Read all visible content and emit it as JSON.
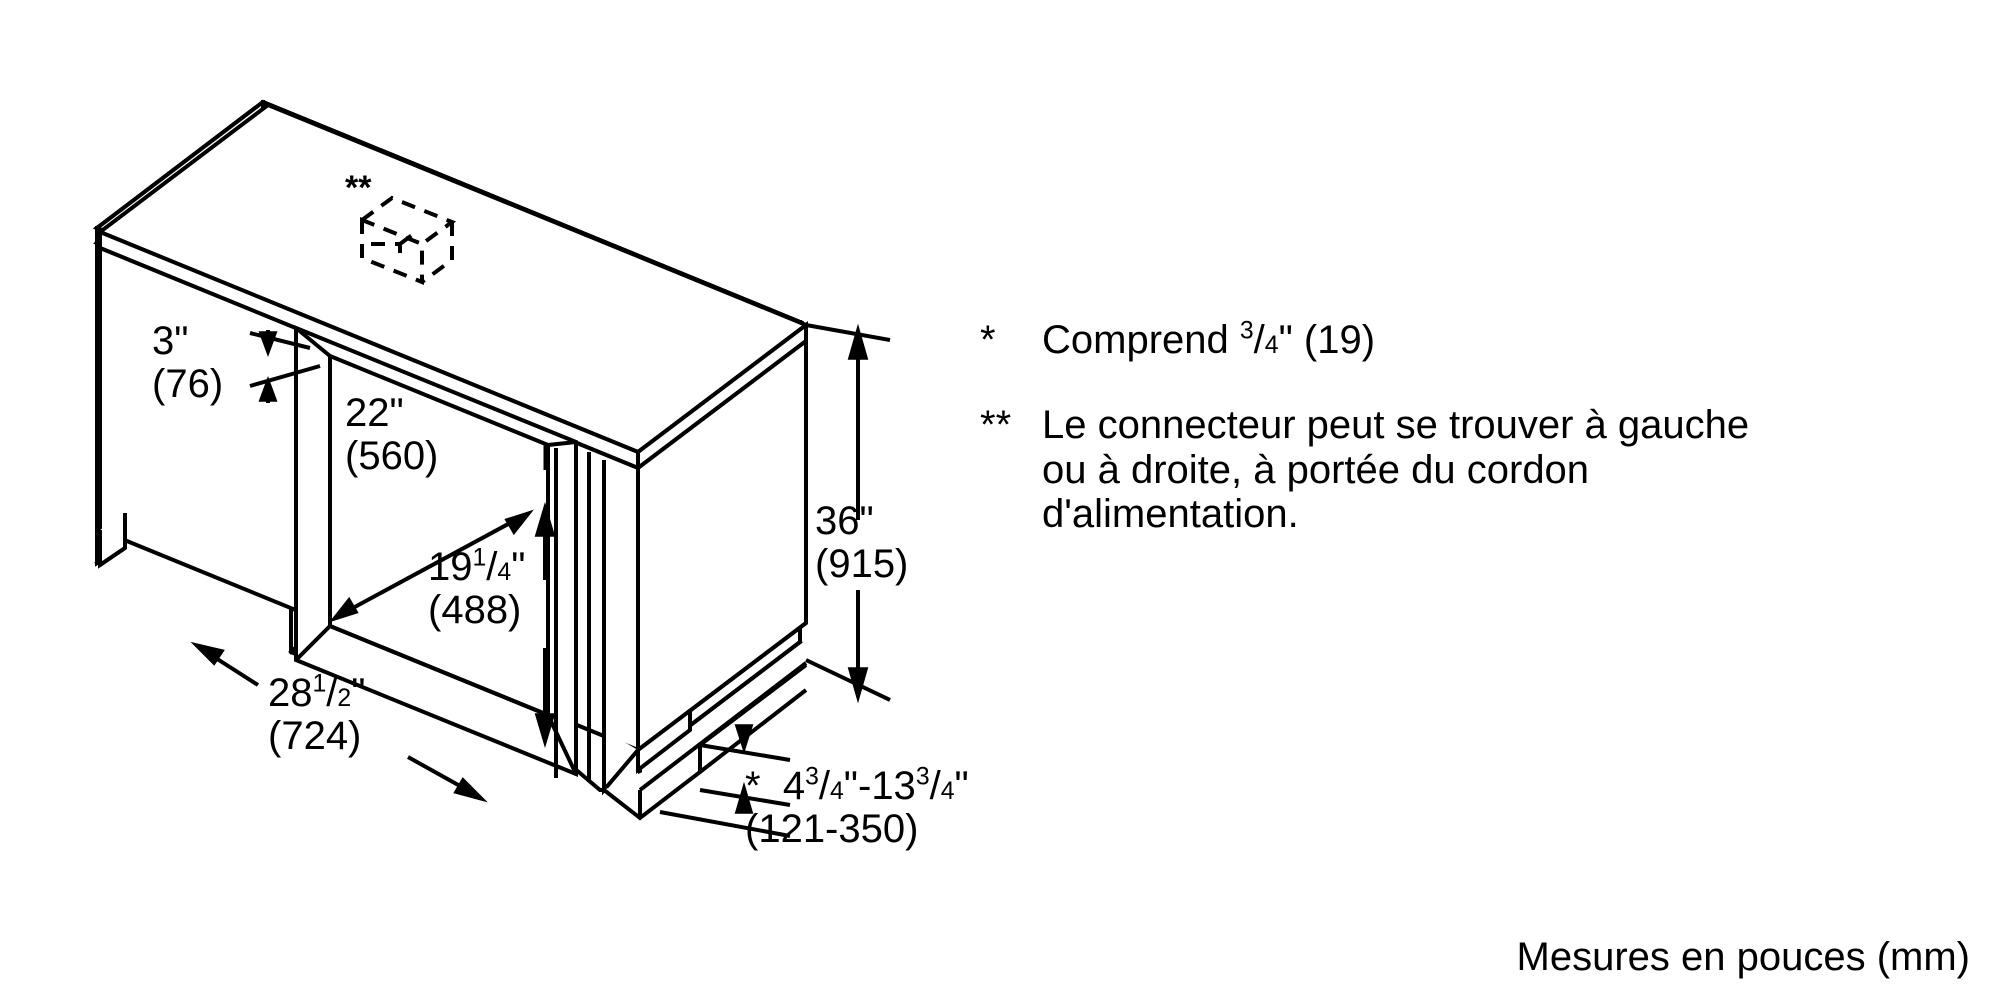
{
  "diagram": {
    "title": "Cabinet installation dimension drawing",
    "unit_caption": "Mesures en pouces (mm)",
    "connector_marker": "**",
    "dimensions": {
      "top_gap": {
        "inches": "3\"",
        "mm": "(76)"
      },
      "opening_width": {
        "inches": "22\"",
        "mm": "(560)"
      },
      "opening_height": {
        "inches_whole": "19",
        "inches_frac_num": "1",
        "inches_frac_den": "4",
        "inches_suffix": "\"",
        "mm": "(488)"
      },
      "cabinet_depth": {
        "inches_whole": "28",
        "inches_frac_num": "1",
        "inches_frac_den": "2",
        "inches_suffix": "\"",
        "mm": "(724)"
      },
      "overall_height": {
        "inches": "36\"",
        "mm": "(915)"
      },
      "toe_kick": {
        "mark": "*",
        "low_whole": "4",
        "low_num": "3",
        "low_den": "4",
        "dash": "\"-",
        "high_whole": "13",
        "high_num": "3",
        "high_den": "4",
        "suffix": "\"",
        "mm": "(121-350)"
      }
    },
    "notes": [
      {
        "mark": "*",
        "text_pre": "Comprend ",
        "frac_num": "3",
        "frac_den": "4",
        "text_post": "\" (19)"
      },
      {
        "mark": "**",
        "lines": [
          "Le connecteur peut se trouver à gauche",
          "ou à droite, à portée du cordon",
          "d'alimentation."
        ]
      }
    ],
    "colors": {
      "line": "#000000",
      "background": "#ffffff"
    }
  }
}
